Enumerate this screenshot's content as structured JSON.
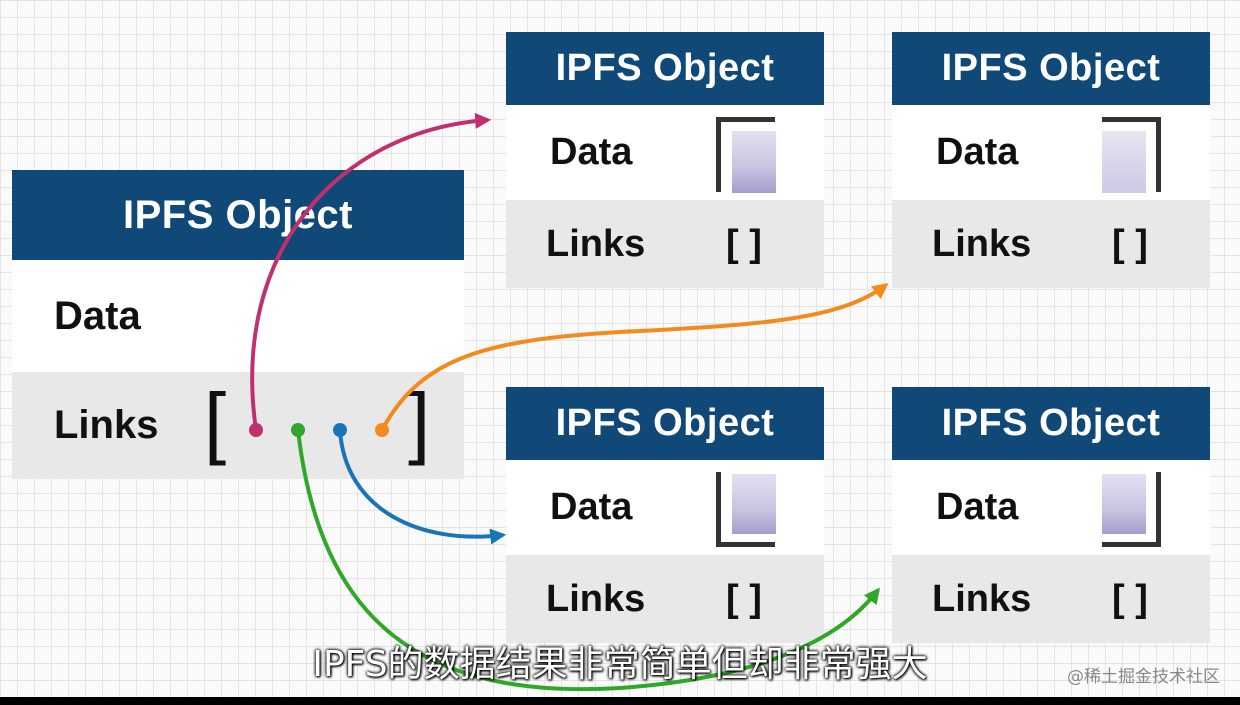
{
  "main_object": {
    "title": "IPFS Object",
    "data_label": "Data",
    "links_label": "Links",
    "open_bracket": "[",
    "close_bracket": "]"
  },
  "objects": [
    {
      "title": "IPFS Object",
      "data_label": "Data",
      "links_label": "Links",
      "links_value": "[ ]"
    },
    {
      "title": "IPFS Object",
      "data_label": "Data",
      "links_label": "Links",
      "links_value": "[ ]"
    },
    {
      "title": "IPFS Object",
      "data_label": "Data",
      "links_label": "Links",
      "links_value": "[ ]"
    },
    {
      "title": "IPFS Object",
      "data_label": "Data",
      "links_label": "Links",
      "links_value": "[ ]"
    }
  ],
  "link_colors": {
    "link_1": "#c0306e",
    "link_2": "#2fa82a",
    "link_3": "#1a74b8",
    "link_4": "#f28b1c"
  },
  "header_color": "#104878",
  "subtitle": "IPFS的数据结果非常简单但却非常强大",
  "watermark": "@稀土掘金技术社区"
}
